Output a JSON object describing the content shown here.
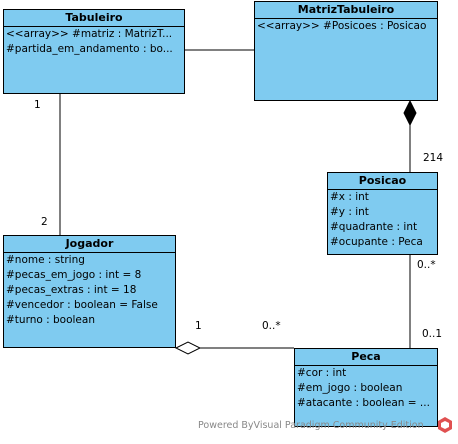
{
  "classes": {
    "tabuleiro": {
      "name": "Tabuleiro",
      "attrs": [
        "<<array>> #matriz : MatrizT...",
        "#partida_em_andamento : bo..."
      ]
    },
    "matriz": {
      "name": "MatrizTabuleiro",
      "attrs": [
        "<<array>> #Posicoes : Posicao"
      ]
    },
    "posicao": {
      "name": "Posicao",
      "attrs": [
        "#x : int",
        "#y : int",
        "#quadrante : int",
        "#ocupante : Peca"
      ]
    },
    "jogador": {
      "name": "Jogador",
      "attrs": [
        "#nome : string",
        "#pecas_em_jogo : int = 8",
        "#pecas_extras : int = 18",
        "#vencedor : boolean = False",
        "#turno : boolean"
      ]
    },
    "peca": {
      "name": "Peca",
      "attrs": [
        "#cor : int",
        "#em_jogo : boolean",
        "#atacante : boolean = ..."
      ]
    }
  },
  "multiplicities": {
    "tab_side": "1",
    "jog_top": "2",
    "posicao_214": "214",
    "pos_bottom": "0..*",
    "peca_top": "0..1",
    "jog_right": "1",
    "peca_left": "0..*"
  },
  "footer": "Powered ByVisual Paradigm Community Edition",
  "colors": {
    "class_fill": "#7FCBF0",
    "line": "#000000"
  }
}
